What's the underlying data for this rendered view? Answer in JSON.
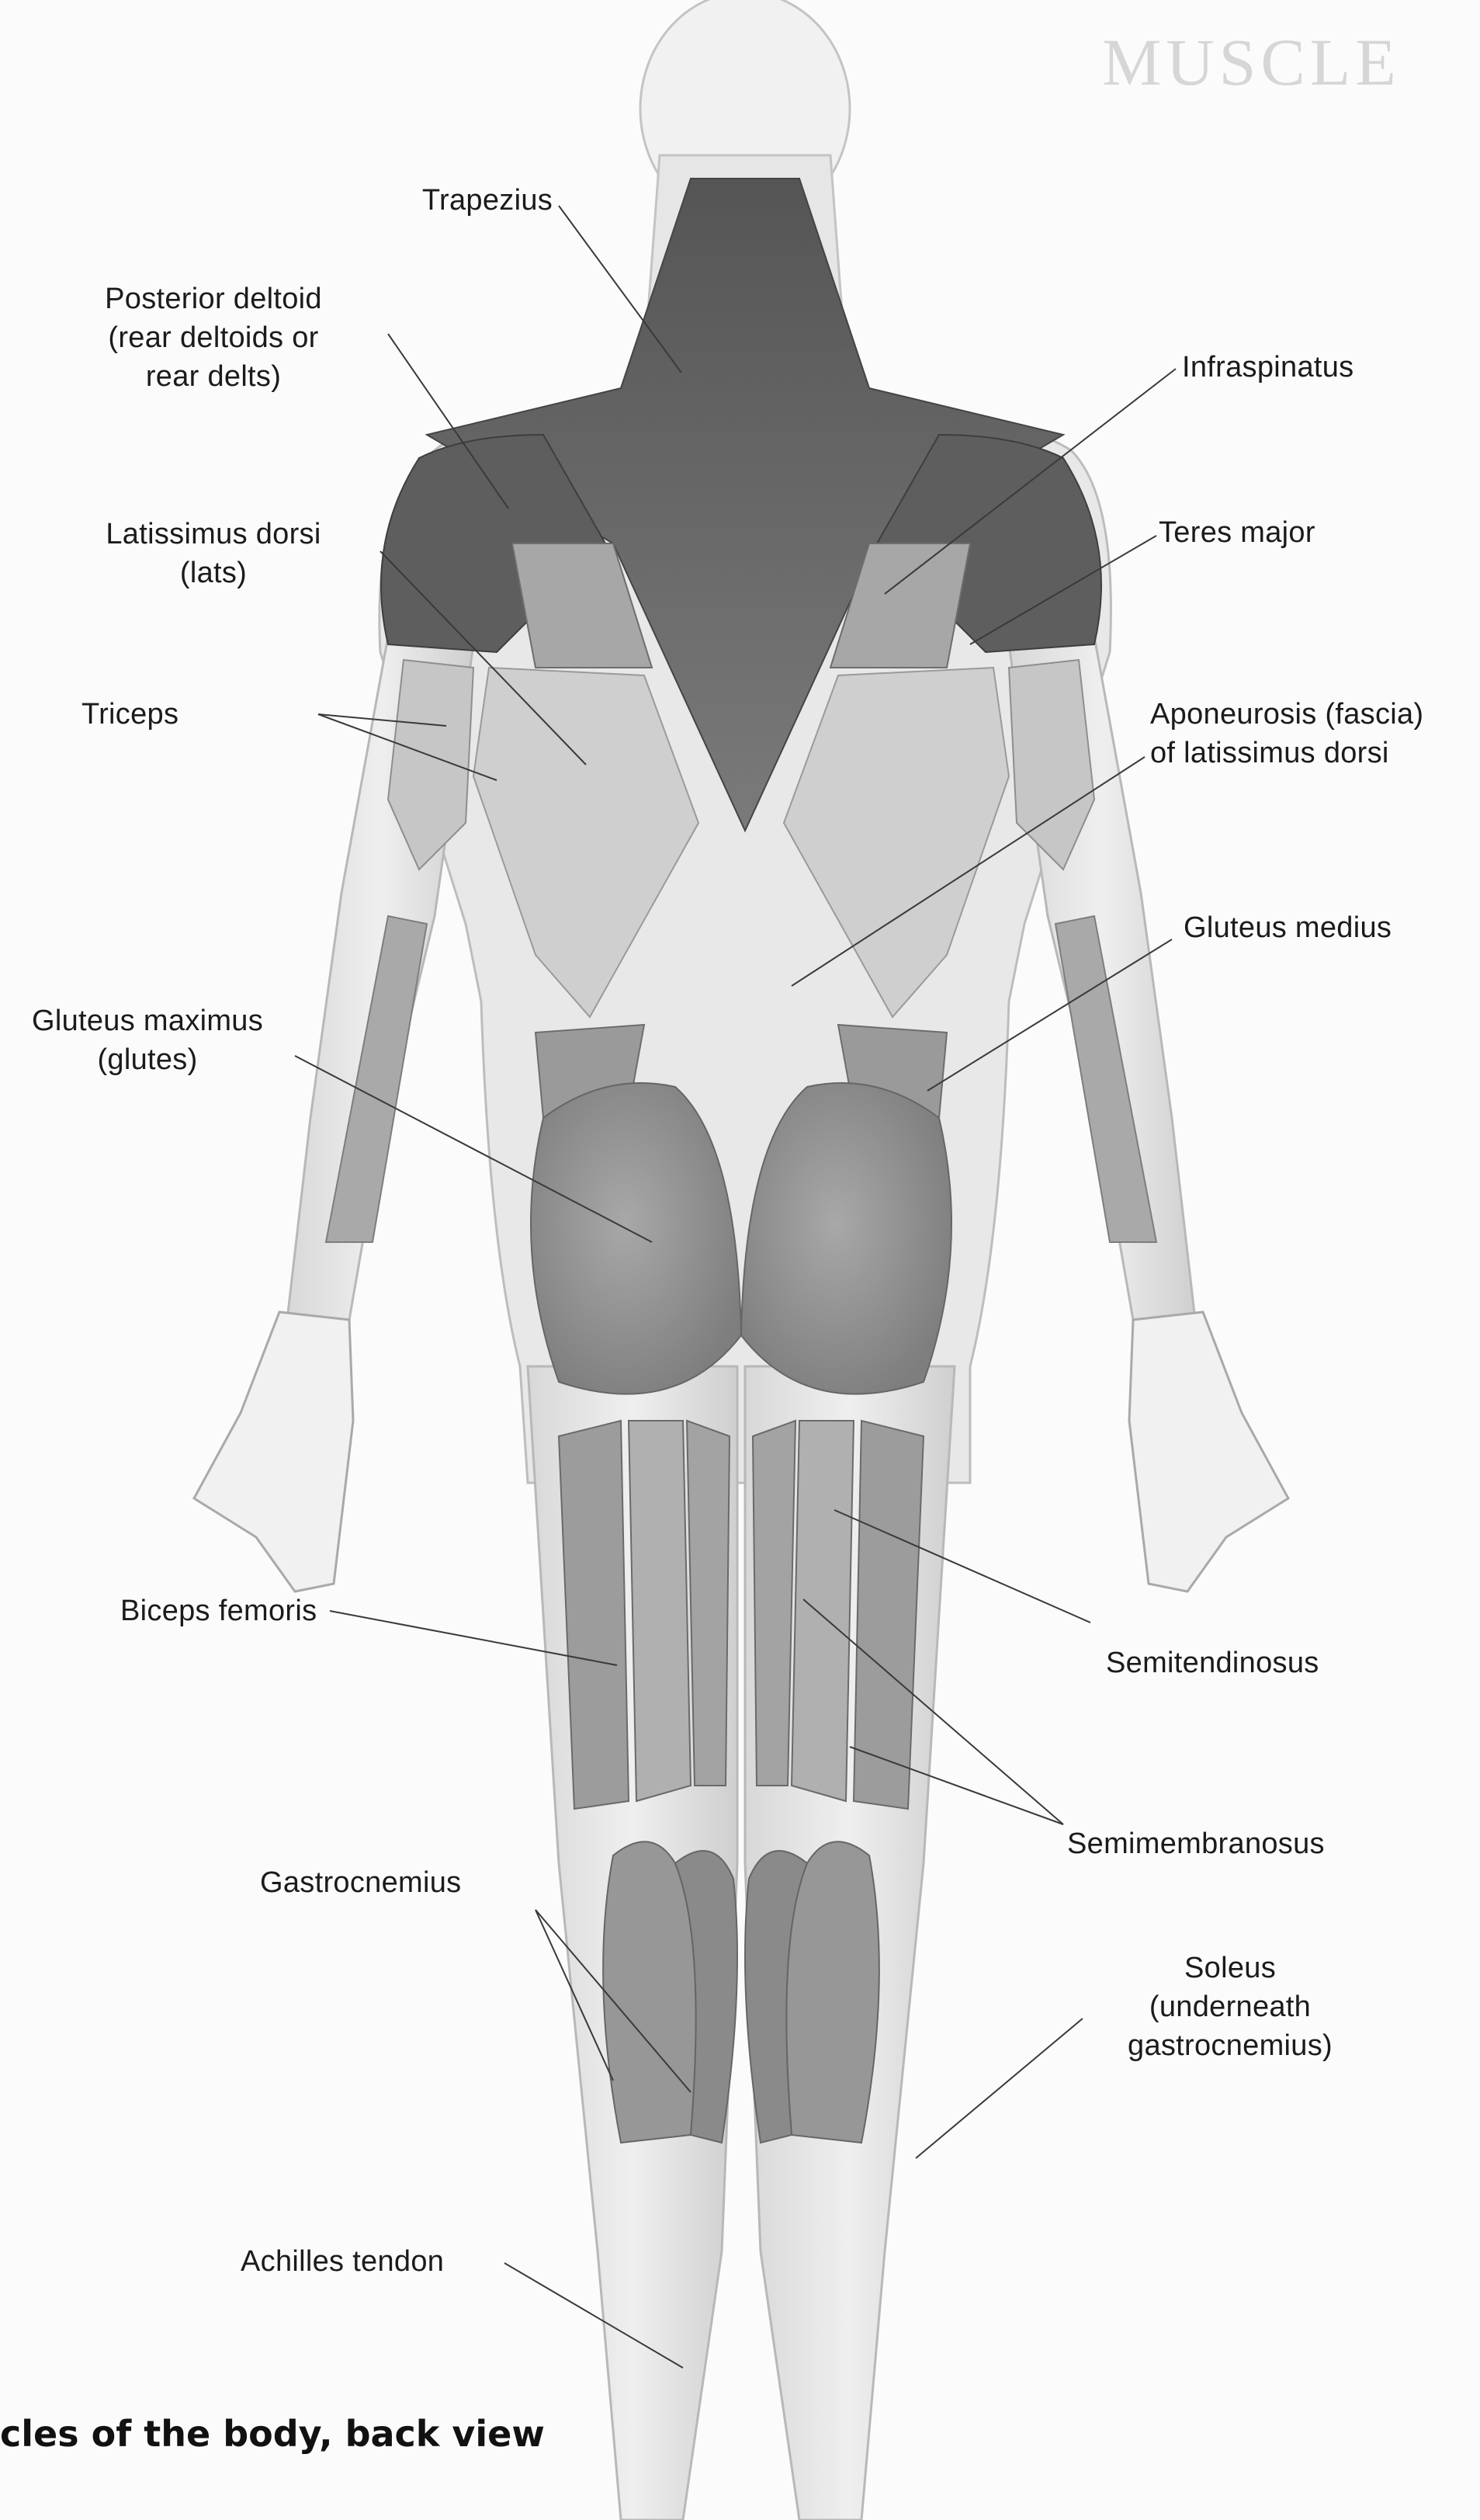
{
  "figure": {
    "caption": "cles of the body, back view",
    "background_color": "#fbfbfb",
    "muscle_color": "#8f8f8f",
    "muscle_dark_color": "#5a5a5a",
    "skin_color": "#e6e6e6",
    "leader_line_color": "#3a3a3a"
  },
  "labels": {
    "trapezius": "Trapezius",
    "posterior_deltoid": "Posterior deltoid\n(rear deltoids or\nrear delts)",
    "infraspinatus": "Infraspinatus",
    "latissimus_dorsi": "Latissimus dorsi\n(lats)",
    "teres_major": "Teres major",
    "triceps": "Triceps",
    "aponeurosis": "Aponeurosis (fascia)\nof latissimus dorsi",
    "gluteus_medius": "Gluteus medius",
    "gluteus_maximus": "Gluteus maximus\n(glutes)",
    "biceps_femoris": "Biceps femoris",
    "semitendinosus": "Semitendinosus",
    "semimembranosus": "Semimembranosus",
    "gastrocnemius": "Gastrocnemius",
    "soleus": "Soleus\n(underneath\ngastrocnemius)",
    "achilles_tendon": "Achilles tendon"
  }
}
